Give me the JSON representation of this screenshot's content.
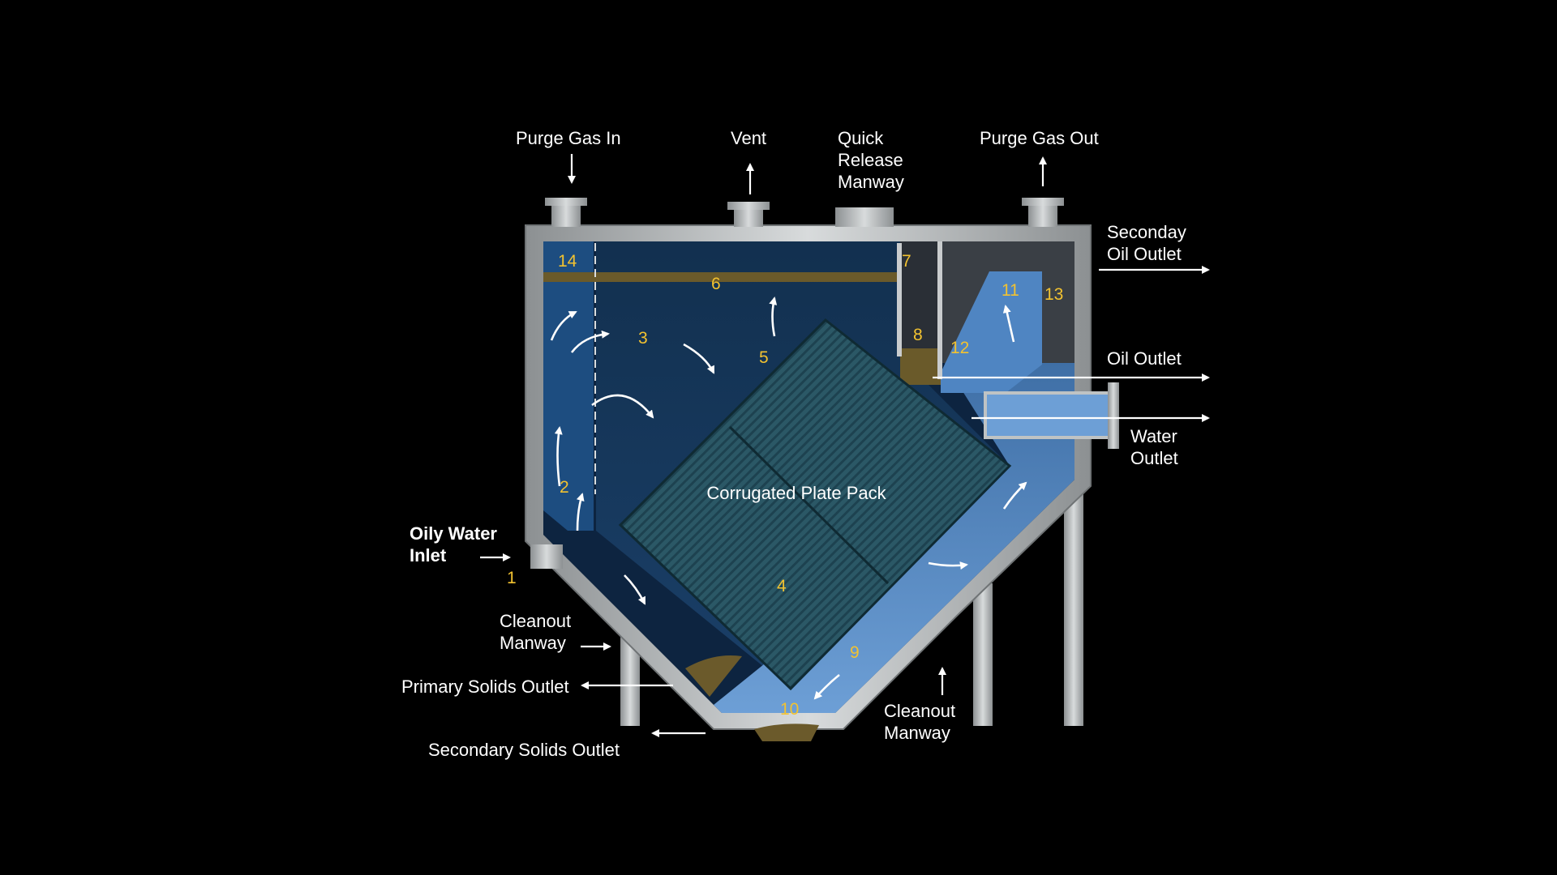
{
  "labels": {
    "purge_gas_in": "Purge Gas In",
    "vent": "Vent",
    "quick_release_manway": [
      "Quick",
      "Release",
      "Manway"
    ],
    "purge_gas_out": "Purge Gas Out",
    "secondary_oil_outlet": [
      "Seconday",
      "Oil Outlet"
    ],
    "oil_outlet": "Oil Outlet",
    "water_outlet": [
      "Water",
      "Outlet"
    ],
    "oily_water_inlet": [
      "Oily Water",
      "Inlet"
    ],
    "cleanout_manway_left": [
      "Cleanout",
      "Manway"
    ],
    "primary_solids_outlet": "Primary Solids Outlet",
    "secondary_solids_outlet": "Secondary Solids Outlet",
    "cleanout_manway_right": [
      "Cleanout",
      "Manway"
    ],
    "plate_pack": "Corrugated Plate Pack"
  },
  "callouts": [
    "1",
    "2",
    "3",
    "4",
    "5",
    "6",
    "7",
    "8",
    "9",
    "10",
    "11",
    "12",
    "13",
    "14"
  ],
  "colors": {
    "background": "#000000",
    "steel": "#bfc3c4",
    "water_dark": "#153559",
    "water_light": "#5a8fc7",
    "plate_pack": "#2a5a6a",
    "oil_layer": "#6a5a2a",
    "callout": "#f2c230"
  }
}
